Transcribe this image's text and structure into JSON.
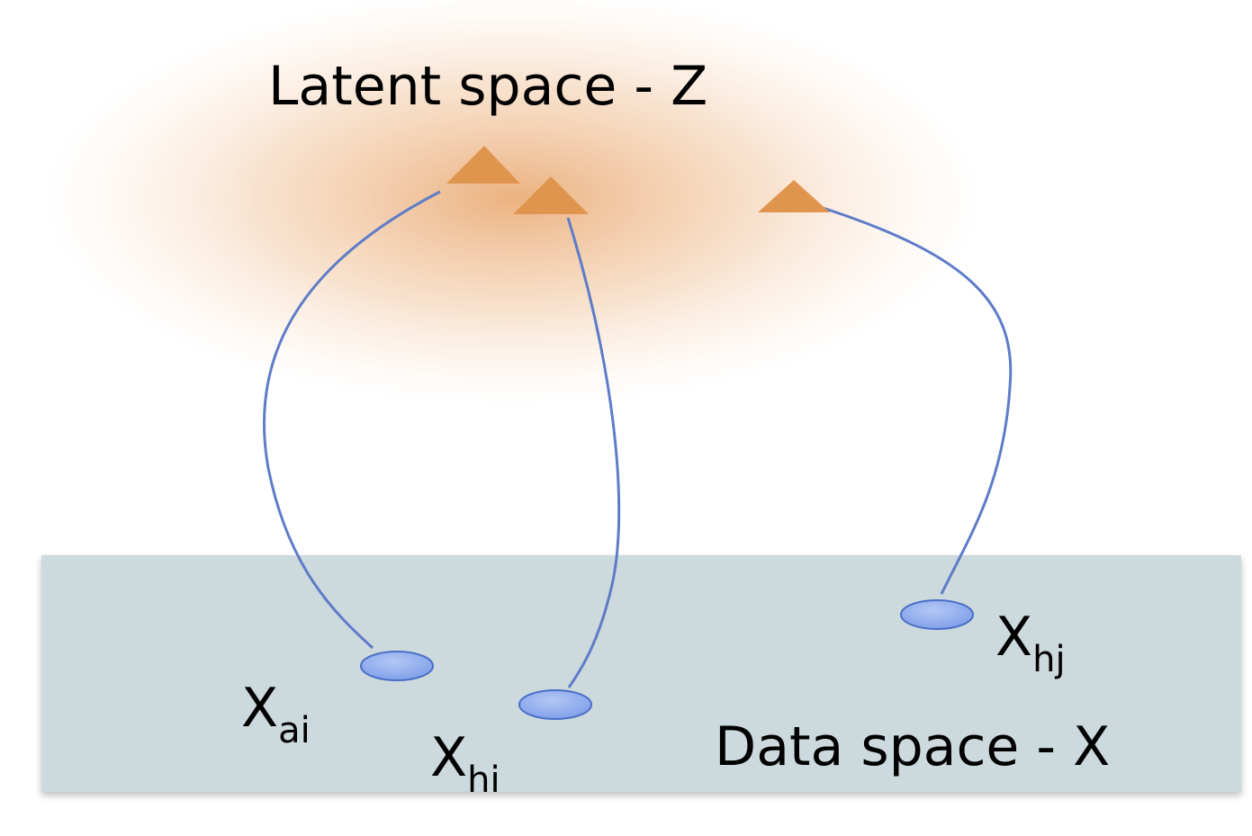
{
  "latent_space": {
    "label": "Latent space - Z"
  },
  "data_space": {
    "label": "Data space - X"
  },
  "points": [
    {
      "id": "ai",
      "base": "X",
      "sub": "ai"
    },
    {
      "id": "hi",
      "base": "X",
      "sub": "hi"
    },
    {
      "id": "hj",
      "base": "X",
      "sub": "hj"
    }
  ],
  "colors": {
    "latent_glow": "#E8A46A",
    "latent_marker": "#E0954E",
    "data_plane": "#CCD9DD",
    "data_point_fill": "#8EA9EE",
    "data_point_stroke": "#4A6FC8",
    "mapping_curve": "#5E7CC8"
  }
}
